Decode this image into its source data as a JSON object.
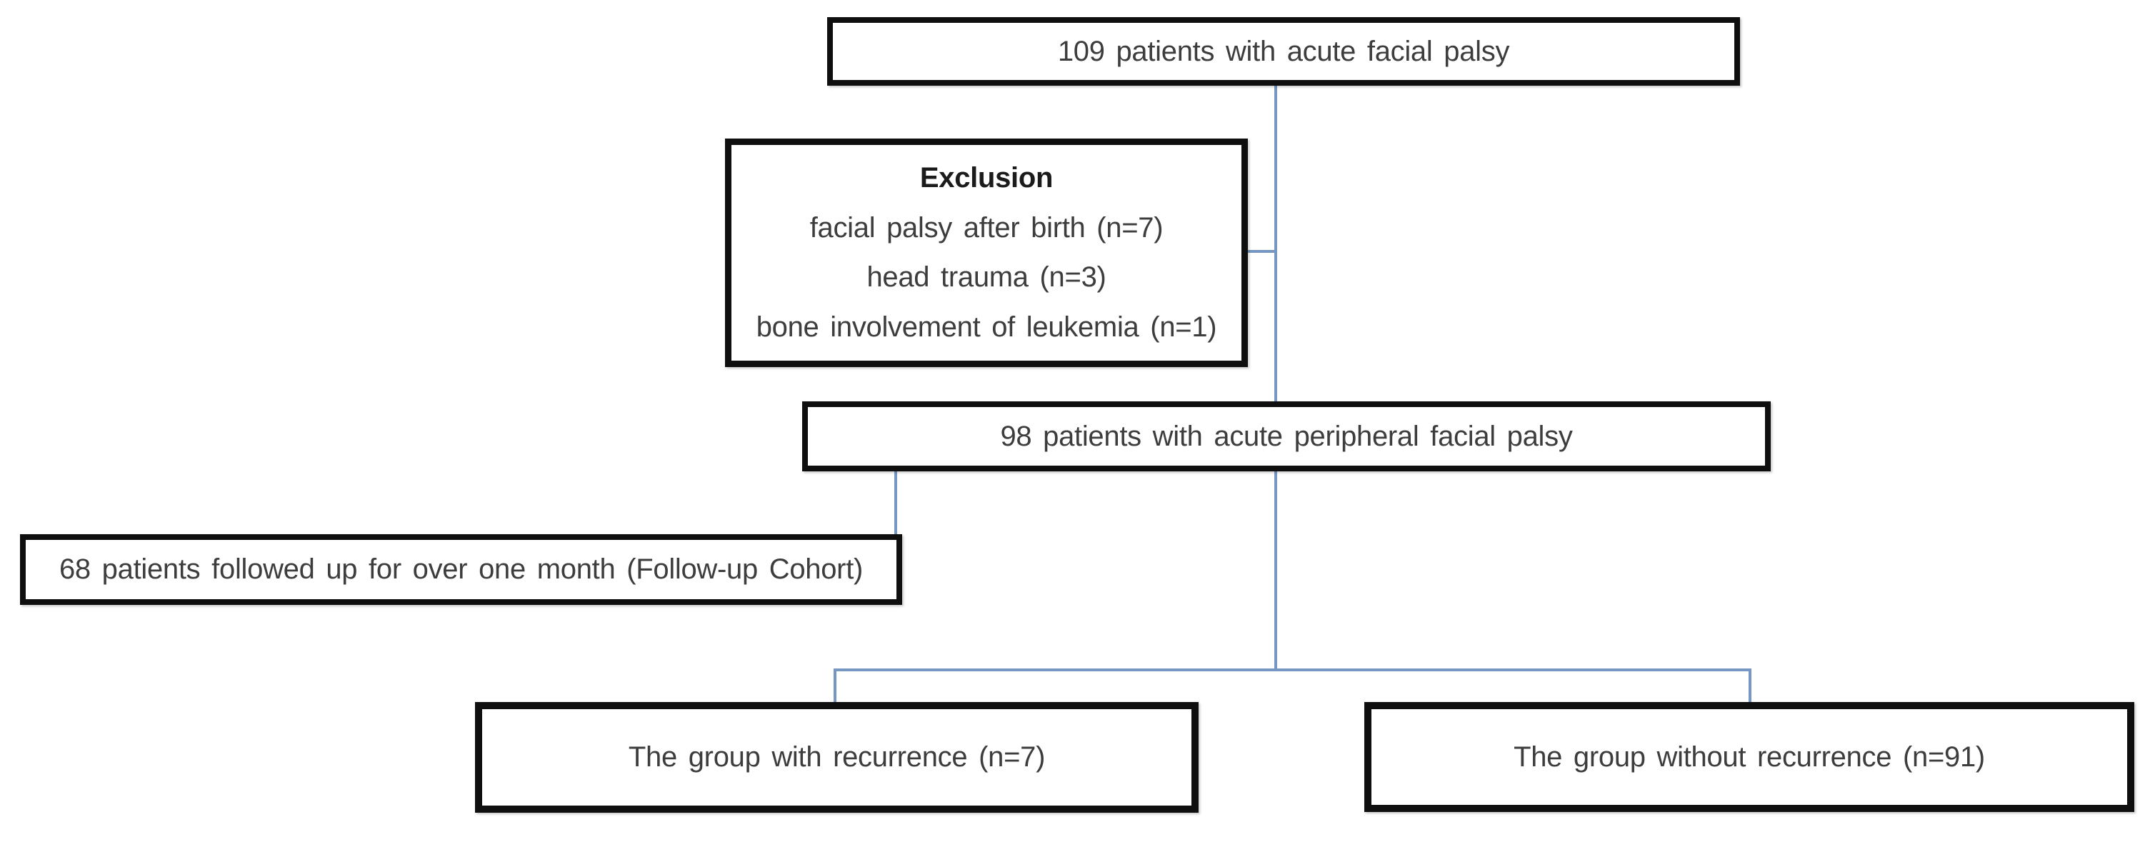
{
  "colors": {
    "bg": "#ffffff",
    "border": "#0f0f0f",
    "text": "#3d3d3d",
    "title": "#1b1b1b",
    "line": "#7697c2"
  },
  "nodes": {
    "top": {
      "label": "109 patients with acute facial palsy"
    },
    "exclusion": {
      "title": "Exclusion",
      "items": [
        "facial palsy after birth (n=7)",
        "head trauma (n=3)",
        "bone involvement of leukemia (n=1)"
      ]
    },
    "middle": {
      "label": "98 patients with acute peripheral facial palsy"
    },
    "followup": {
      "label": "68 patients followed up for over one month (Follow-up Cohort)"
    },
    "recurrence": {
      "label": "The group with recurrence (n=7)"
    },
    "no_recurrence": {
      "label": "The group without recurrence (n=91)"
    }
  }
}
